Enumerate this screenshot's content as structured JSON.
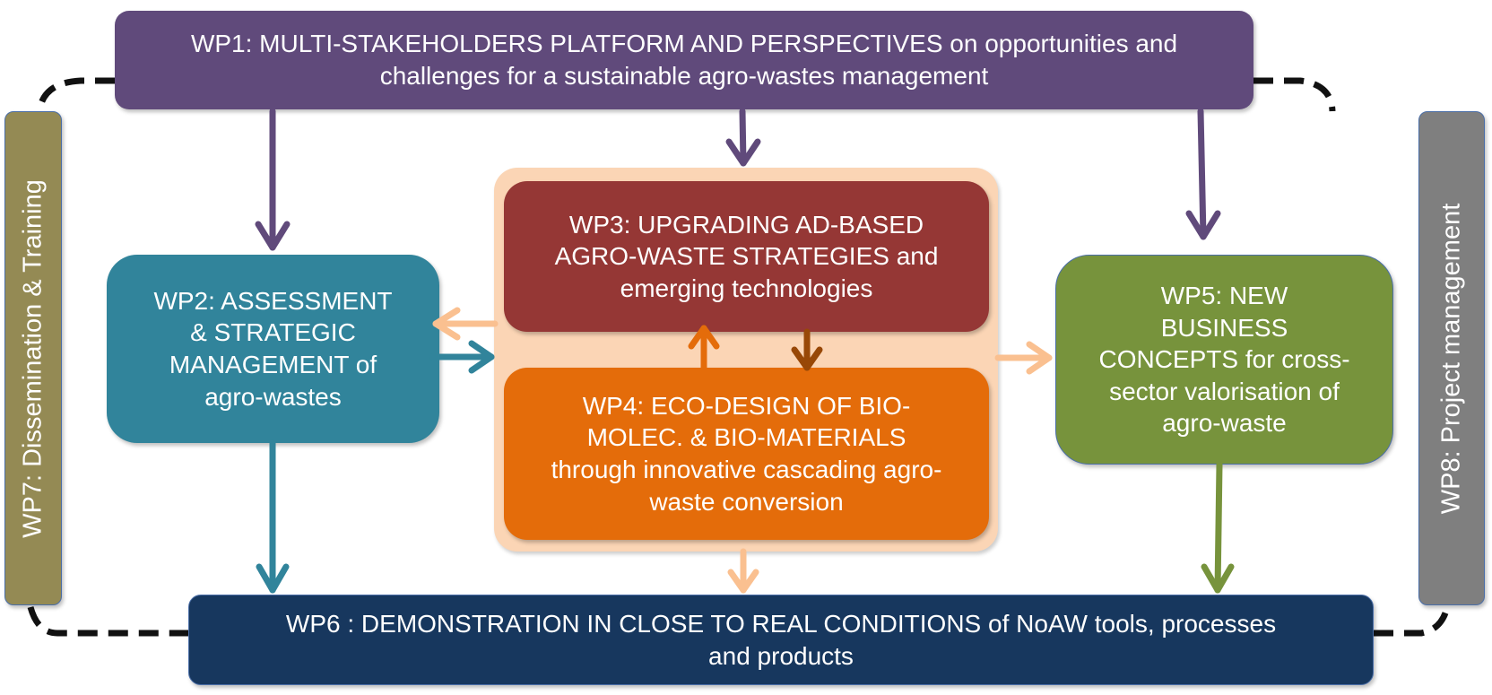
{
  "diagram": {
    "work_packages": [
      {
        "id": "wp1",
        "text": "WP1: MULTI-STAKEHOLDERS PLATFORM AND PERSPECTIVES on opportunities and\nchallenges for a sustainable agro-wastes management",
        "color": "#604a7b"
      },
      {
        "id": "wp2",
        "text": "WP2: ASSESSMENT\n& STRATEGIC\nMANAGEMENT of\nagro-wastes",
        "color": "#31849b"
      },
      {
        "id": "wp3",
        "text": "WP3:  UPGRADING AD-BASED\nAGRO-WASTE STRATEGIES and\nemerging technologies",
        "color": "#953735"
      },
      {
        "id": "wp4",
        "text": "WP4: ECO-DESIGN OF BIO-\nMOLEC. & BIO-MATERIALS\nthrough innovative cascading agro-\nwaste conversion",
        "color": "#e46c0a"
      },
      {
        "id": "wp5",
        "text": "WP5: NEW\nBUSINESS\nCONCEPTS for cross-\nsector valorisation of\nagro-waste",
        "color": "#77933c"
      },
      {
        "id": "wp6",
        "text": "WP6 : DEMONSTRATION IN CLOSE TO REAL CONDITIONS of NoAW tools, processes\nand products",
        "color": "#17375e"
      },
      {
        "id": "wp7",
        "text": "WP7: Dissemination & Training",
        "color": "#948a54"
      },
      {
        "id": "wp8",
        "text": "WP8: Project management",
        "color": "#7f7f7f"
      }
    ],
    "group_color": "#fbd5b5",
    "connections": [
      {
        "from": "wp1",
        "to": "wp2",
        "color": "#604a7b"
      },
      {
        "from": "wp1",
        "to": "wp3-wp4 group",
        "color": "#604a7b"
      },
      {
        "from": "wp1",
        "to": "wp5",
        "color": "#604a7b"
      },
      {
        "from": "wp3-wp4 group",
        "to": "wp2",
        "color": "#fac090"
      },
      {
        "from": "wp2",
        "to": "wp3-wp4 group",
        "color": "#31849b"
      },
      {
        "from": "wp4",
        "to": "wp3",
        "color": "#e46c0a"
      },
      {
        "from": "wp3",
        "to": "wp4",
        "color": "#984807"
      },
      {
        "from": "wp3-wp4 group",
        "to": "wp5",
        "color": "#fac090"
      },
      {
        "from": "wp2",
        "to": "wp6",
        "color": "#31849b"
      },
      {
        "from": "wp3-wp4 group",
        "to": "wp6",
        "color": "#fac090"
      },
      {
        "from": "wp5",
        "to": "wp6",
        "color": "#77933c"
      }
    ],
    "loop_style": "dashed black loop linking WP1, WP8, WP6, WP7"
  }
}
